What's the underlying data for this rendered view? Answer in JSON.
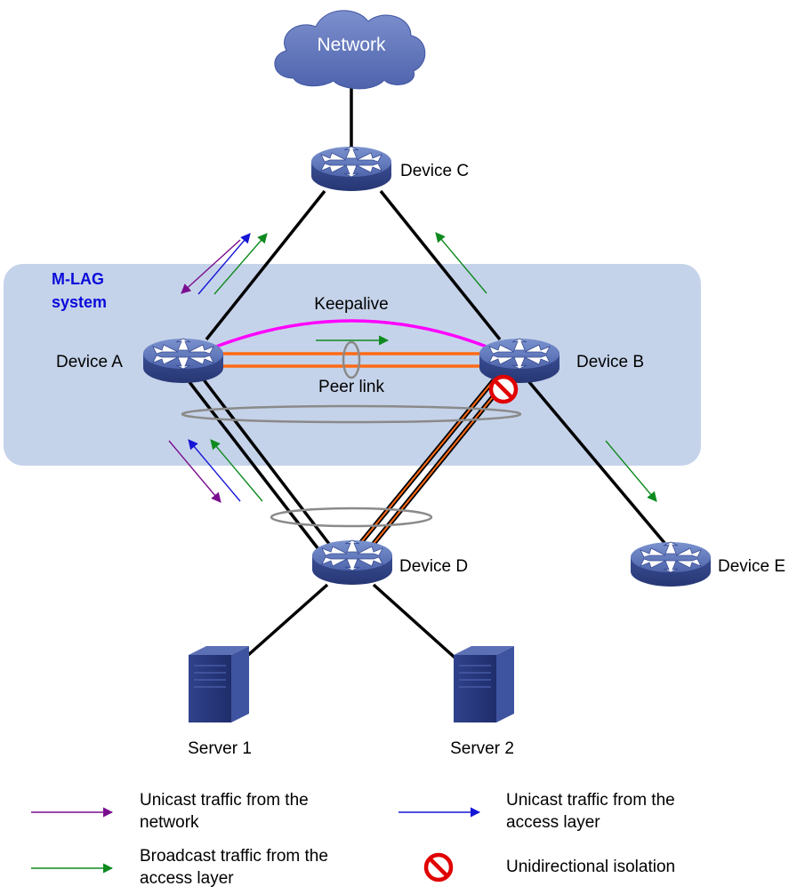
{
  "cloud_label": "Network",
  "system_label": {
    "line1": "M-LAG",
    "line2": "system"
  },
  "devices": {
    "a": "Device A",
    "b": "Device B",
    "c": "Device C",
    "d": "Device D",
    "e": "Device E"
  },
  "links": {
    "keepalive": "Keepalive",
    "peer": "Peer link"
  },
  "servers": {
    "s1": "Server 1",
    "s2": "Server 2"
  },
  "legend": {
    "unicast_network": "Unicast traffic from the network",
    "unicast_access": "Unicast traffic from the access layer",
    "broadcast_access": "Broadcast traffic from the access layer",
    "isolation": "Unidirectional isolation"
  },
  "colors": {
    "purple": "#7a0d8f",
    "blue": "#1515d6",
    "green": "#0f8a1f",
    "keepalive": "#ff00ff",
    "peer": "#ff6a13",
    "isolation": "#e00000",
    "region": "#c5d3ea"
  }
}
